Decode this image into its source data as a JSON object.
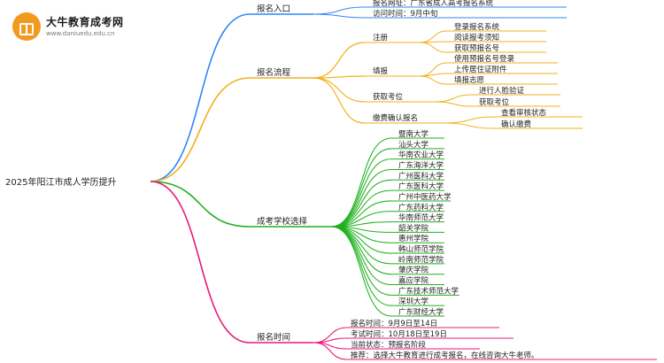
{
  "logo": {
    "title": "大牛教育成考网",
    "url": "www.daniuedu.edu.cn"
  },
  "root": "2025年阳江市成人学历提升",
  "branches": [
    {
      "id": "entry",
      "label": "报名入口",
      "color": "#2f86f5",
      "children": [
        {
          "label": "报名网址：广东省成人高考报名系统"
        },
        {
          "label": "访问时间：9月中旬"
        }
      ]
    },
    {
      "id": "process",
      "label": "报名流程",
      "color": "#f2b11b",
      "children": [
        {
          "label": "注册",
          "children": [
            {
              "label": "登录报名系统"
            },
            {
              "label": "阅读报考须知"
            },
            {
              "label": "获取预报名号"
            }
          ]
        },
        {
          "label": "填报",
          "children": [
            {
              "label": "使用预报名号登录"
            },
            {
              "label": "上传居住证附件"
            },
            {
              "label": "填报志愿"
            }
          ]
        },
        {
          "label": "获取考位",
          "children": [
            {
              "label": "进行人脸验证"
            },
            {
              "label": "获取考位"
            }
          ]
        },
        {
          "label": "缴费确认报名",
          "children": [
            {
              "label": "查看审核状态"
            },
            {
              "label": "确认缴费"
            }
          ]
        }
      ]
    },
    {
      "id": "schools",
      "label": "成考学校选择",
      "color": "#1fb11f",
      "children": [
        {
          "label": "暨南大学"
        },
        {
          "label": "汕头大学"
        },
        {
          "label": "华南农业大学"
        },
        {
          "label": "广东海洋大学"
        },
        {
          "label": "广州医科大学"
        },
        {
          "label": "广东医科大学"
        },
        {
          "label": "广州中医药大学"
        },
        {
          "label": "广东药科大学"
        },
        {
          "label": "华南师范大学"
        },
        {
          "label": "韶关学院"
        },
        {
          "label": "惠州学院"
        },
        {
          "label": "韩山师范学院"
        },
        {
          "label": "岭南师范学院"
        },
        {
          "label": "肇庆学院"
        },
        {
          "label": "嘉应学院"
        },
        {
          "label": "广东技术师范大学"
        },
        {
          "label": "深圳大学"
        },
        {
          "label": "广东财经大学"
        }
      ]
    },
    {
      "id": "time",
      "label": "报名时间",
      "color": "#e8197a",
      "children": [
        {
          "label": "报名时间：9月9日至14日"
        },
        {
          "label": "考试时间：10月18日至19日"
        },
        {
          "label": "当前状态：预报名阶段"
        },
        {
          "label": "推荐：选择大牛教育进行成考报名，在线咨询大牛老师。"
        }
      ]
    }
  ]
}
